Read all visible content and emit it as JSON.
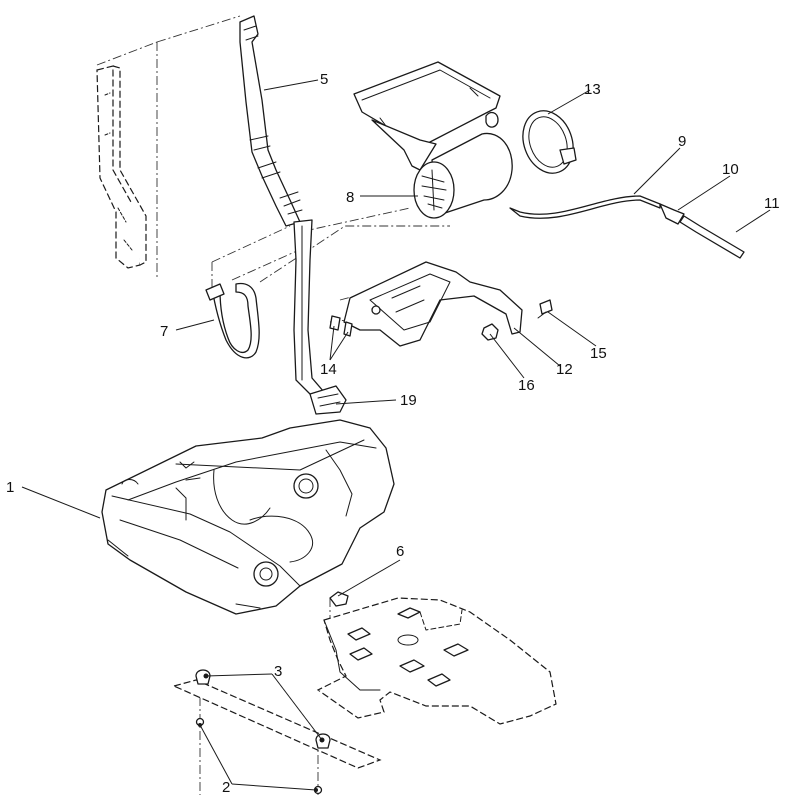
{
  "callouts": [
    {
      "id": "1",
      "label": "1"
    },
    {
      "id": "2",
      "label": "2"
    },
    {
      "id": "3",
      "label": "3"
    },
    {
      "id": "5",
      "label": "5"
    },
    {
      "id": "6",
      "label": "6"
    },
    {
      "id": "7",
      "label": "7"
    },
    {
      "id": "8",
      "label": "8"
    },
    {
      "id": "9",
      "label": "9"
    },
    {
      "id": "10",
      "label": "10"
    },
    {
      "id": "11",
      "label": "11"
    },
    {
      "id": "12",
      "label": "12"
    },
    {
      "id": "13",
      "label": "13"
    },
    {
      "id": "14",
      "label": "14"
    },
    {
      "id": "15",
      "label": "15"
    },
    {
      "id": "16",
      "label": "16"
    },
    {
      "id": "19",
      "label": "19"
    }
  ]
}
